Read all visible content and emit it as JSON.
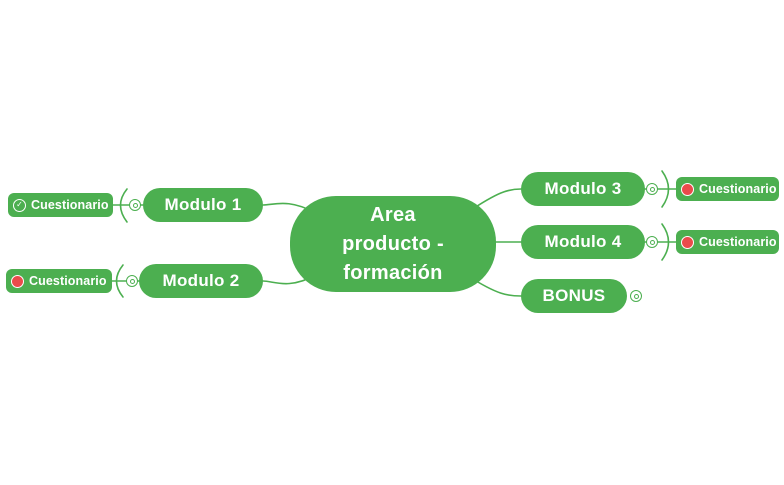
{
  "colors": {
    "node_green": "#4caf50",
    "line_green": "#4caf50",
    "status_red": "#ea4b4b",
    "text_white": "#ffffff",
    "canvas_bg": "#ffffff"
  },
  "icons": {
    "check_glyph": "✓"
  },
  "map": {
    "root": {
      "label": "Area producto - formación",
      "lines": [
        "Area",
        "producto -",
        "formación"
      ]
    },
    "left_branches": [
      {
        "label": "Modulo 1",
        "child": {
          "label": "Cuestionario",
          "status": "completed",
          "status_icon": "check-circle-icon"
        }
      },
      {
        "label": "Modulo 2",
        "child": {
          "label": "Cuestionario",
          "status": "pending",
          "status_icon": "red-dot-icon"
        }
      }
    ],
    "right_branches": [
      {
        "label": "Modulo 3",
        "child": {
          "label": "Cuestionario",
          "status": "pending",
          "status_icon": "red-dot-icon"
        }
      },
      {
        "label": "Modulo 4",
        "child": {
          "label": "Cuestionario",
          "status": "pending",
          "status_icon": "red-dot-icon"
        }
      },
      {
        "label": "BONUS",
        "child": null
      }
    ]
  }
}
